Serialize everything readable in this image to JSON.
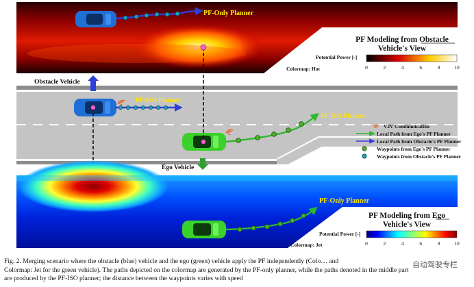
{
  "figure": {
    "top_panel": {
      "path_label": "PF-Only Planner",
      "title_line1": "PF Modeling from Obstacle",
      "title_line2": "Vehicle's View",
      "title_emphasis": "Obstacle",
      "colorbar_label": "Potential Power [-]",
      "colorbar_ticks": [
        "0",
        "2",
        "4",
        "6",
        "8",
        "10"
      ],
      "colormap_label": "Colormap: Hot"
    },
    "road": {
      "obstacle_vehicle_label": "Obstacle Vehicle",
      "blue_path_label": "PF-ISO Planner",
      "green_path_label": "PF-ISO Planner",
      "ego_vehicle_label": "Ego Vehicle"
    },
    "legend": {
      "items": [
        {
          "label": "V2V Communication",
          "icon": "wifi-icon",
          "color": "#e8632a"
        },
        {
          "label": "Local Path from Ego's PF Planner",
          "icon": "green-arrow-icon",
          "color": "#2bb82b"
        },
        {
          "label": "Local Path from Obstacle's PF Planner",
          "icon": "blue-arrow-icon",
          "color": "#3a3ae0"
        },
        {
          "label": "Waypoints from Ego's PF Planner",
          "icon": "green-dot-icon",
          "color": "#4caf2a"
        },
        {
          "label": "Waypoints from Obstacle's PF Planner",
          "icon": "teal-dot-icon",
          "color": "#17a3b8"
        }
      ]
    },
    "bottom_panel": {
      "path_label": "PF-Only Planner",
      "title_line1": "PF Modeling from Ego",
      "title_line2": "Vehicle's View",
      "title_emphasis": "Ego",
      "colorbar_label": "Potential Power [-]",
      "colorbar_ticks": [
        "0",
        "2",
        "4",
        "6",
        "8",
        "10"
      ],
      "colormap_label": "Colormap: Jet"
    },
    "colors": {
      "obstacle_vehicle": "#1f6fd6",
      "ego_vehicle": "#3ad12a",
      "label_yellow": "#ffe600",
      "arrow_blue": "#2d3fd6",
      "arrow_green": "#2e9e2e"
    }
  },
  "caption": {
    "line1": "Fig. 2.   Merging scenario where the obstacle (blue) vehicle and the ego (green) vehicle apply the PF independently (Colo… and",
    "line2": "Colormap: Jet for the green vehicle). The paths depicted on the colormap are generated by the PF-only planner, while the paths denoted in the middle part",
    "line3": "are produced by the PF-ISO planner; the distance between the waypoints varies with speed"
  },
  "watermark": "自动驾驶专栏"
}
